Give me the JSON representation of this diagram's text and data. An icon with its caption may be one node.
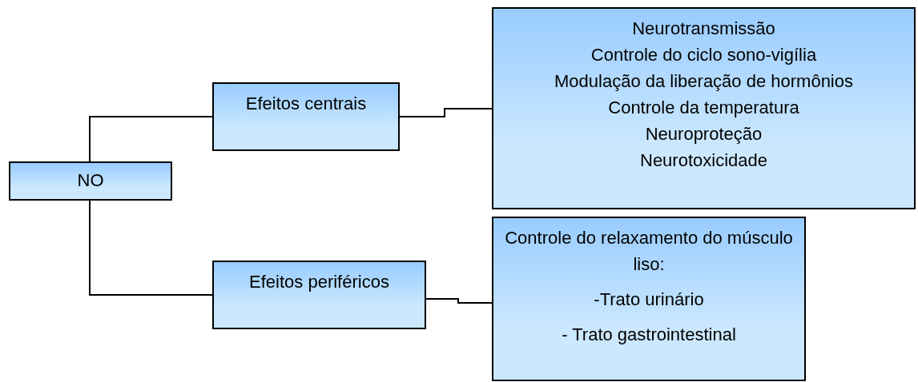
{
  "diagram": {
    "nodes": [
      {
        "text": [
          "NO"
        ]
      },
      {
        "text": [
          "Efeitos centrais"
        ]
      },
      {
        "text": [
          "Efeitos periféricos"
        ]
      },
      {
        "text": [
          "Neurotransmissão",
          "Controle do ciclo sono-vigília",
          "Modulação da liberação de hormônios",
          "Controle da temperatura",
          "Neuroproteção",
          "Neurotoxicidade"
        ]
      },
      {
        "text": [
          "Controle do relaxamento do músculo liso:",
          "-Trato urinário",
          "- Trato gastrointestinal"
        ]
      }
    ],
    "edges": [
      {
        "from": 0,
        "to": 1,
        "arrow": "none"
      },
      {
        "from": 0,
        "to": 2,
        "arrow": "none"
      },
      {
        "from": 1,
        "to": 3,
        "arrow": "none"
      },
      {
        "from": 2,
        "to": 4,
        "arrow": "none"
      }
    ]
  }
}
